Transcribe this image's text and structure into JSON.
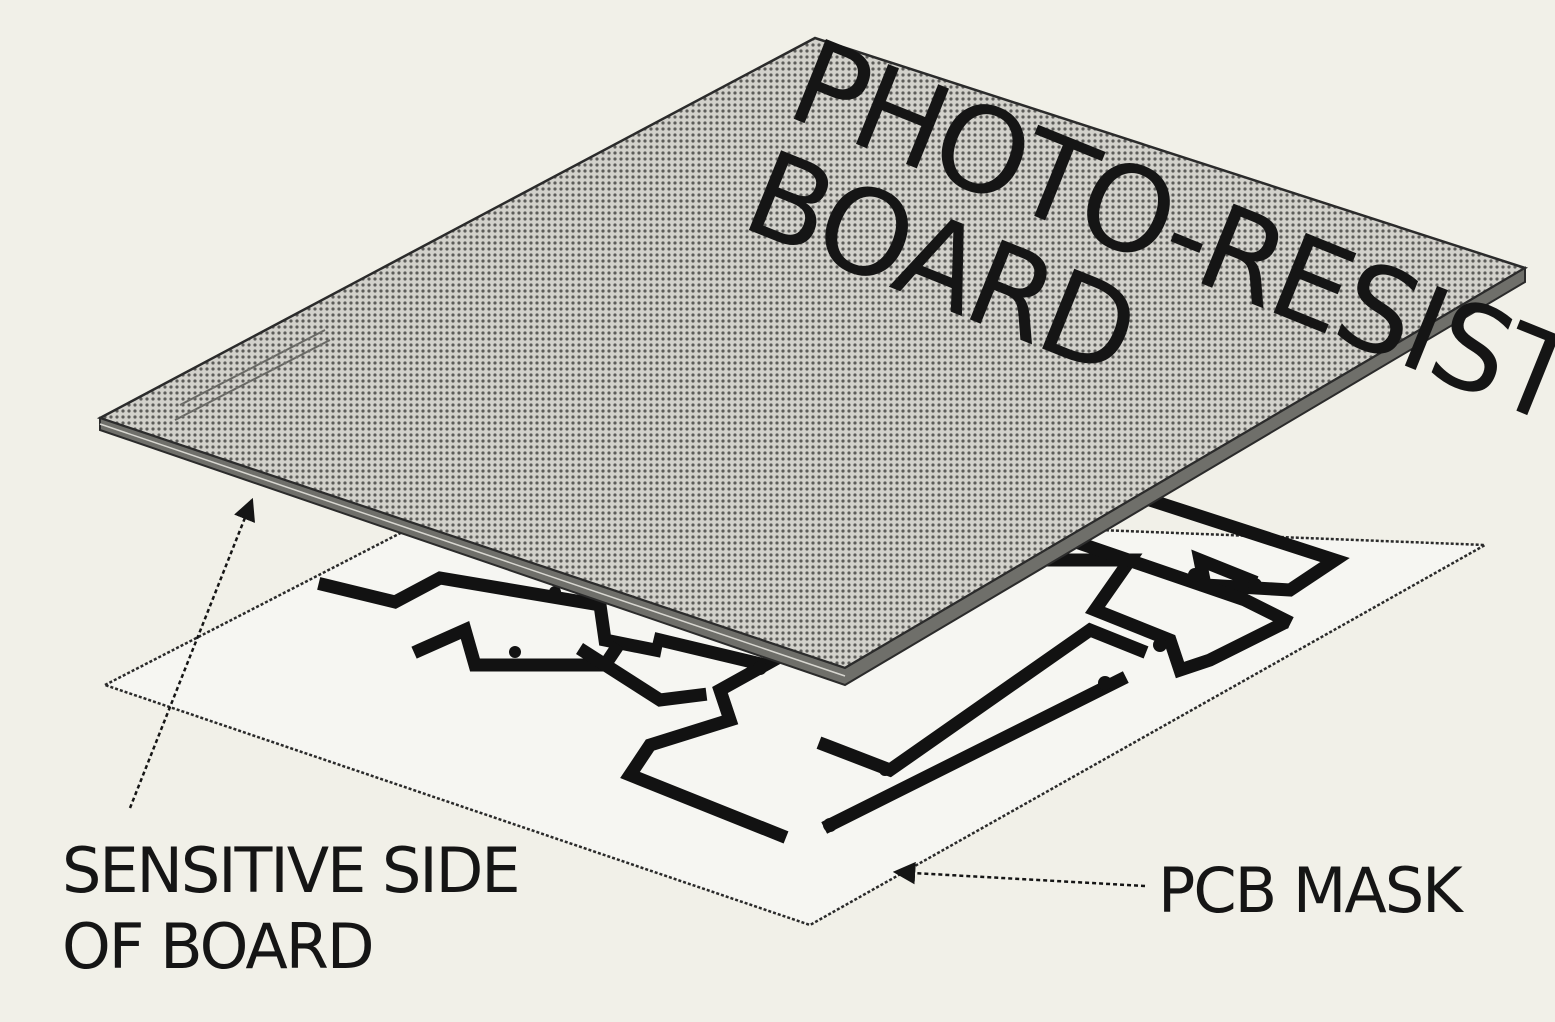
{
  "board": {
    "label_line1": "PHOTO-RESIST",
    "label_line2": "BOARD"
  },
  "callouts": {
    "sensitive_line1": "SENSITIVE SIDE",
    "sensitive_line2": "OF BOARD",
    "mask": "PCB MASK"
  }
}
